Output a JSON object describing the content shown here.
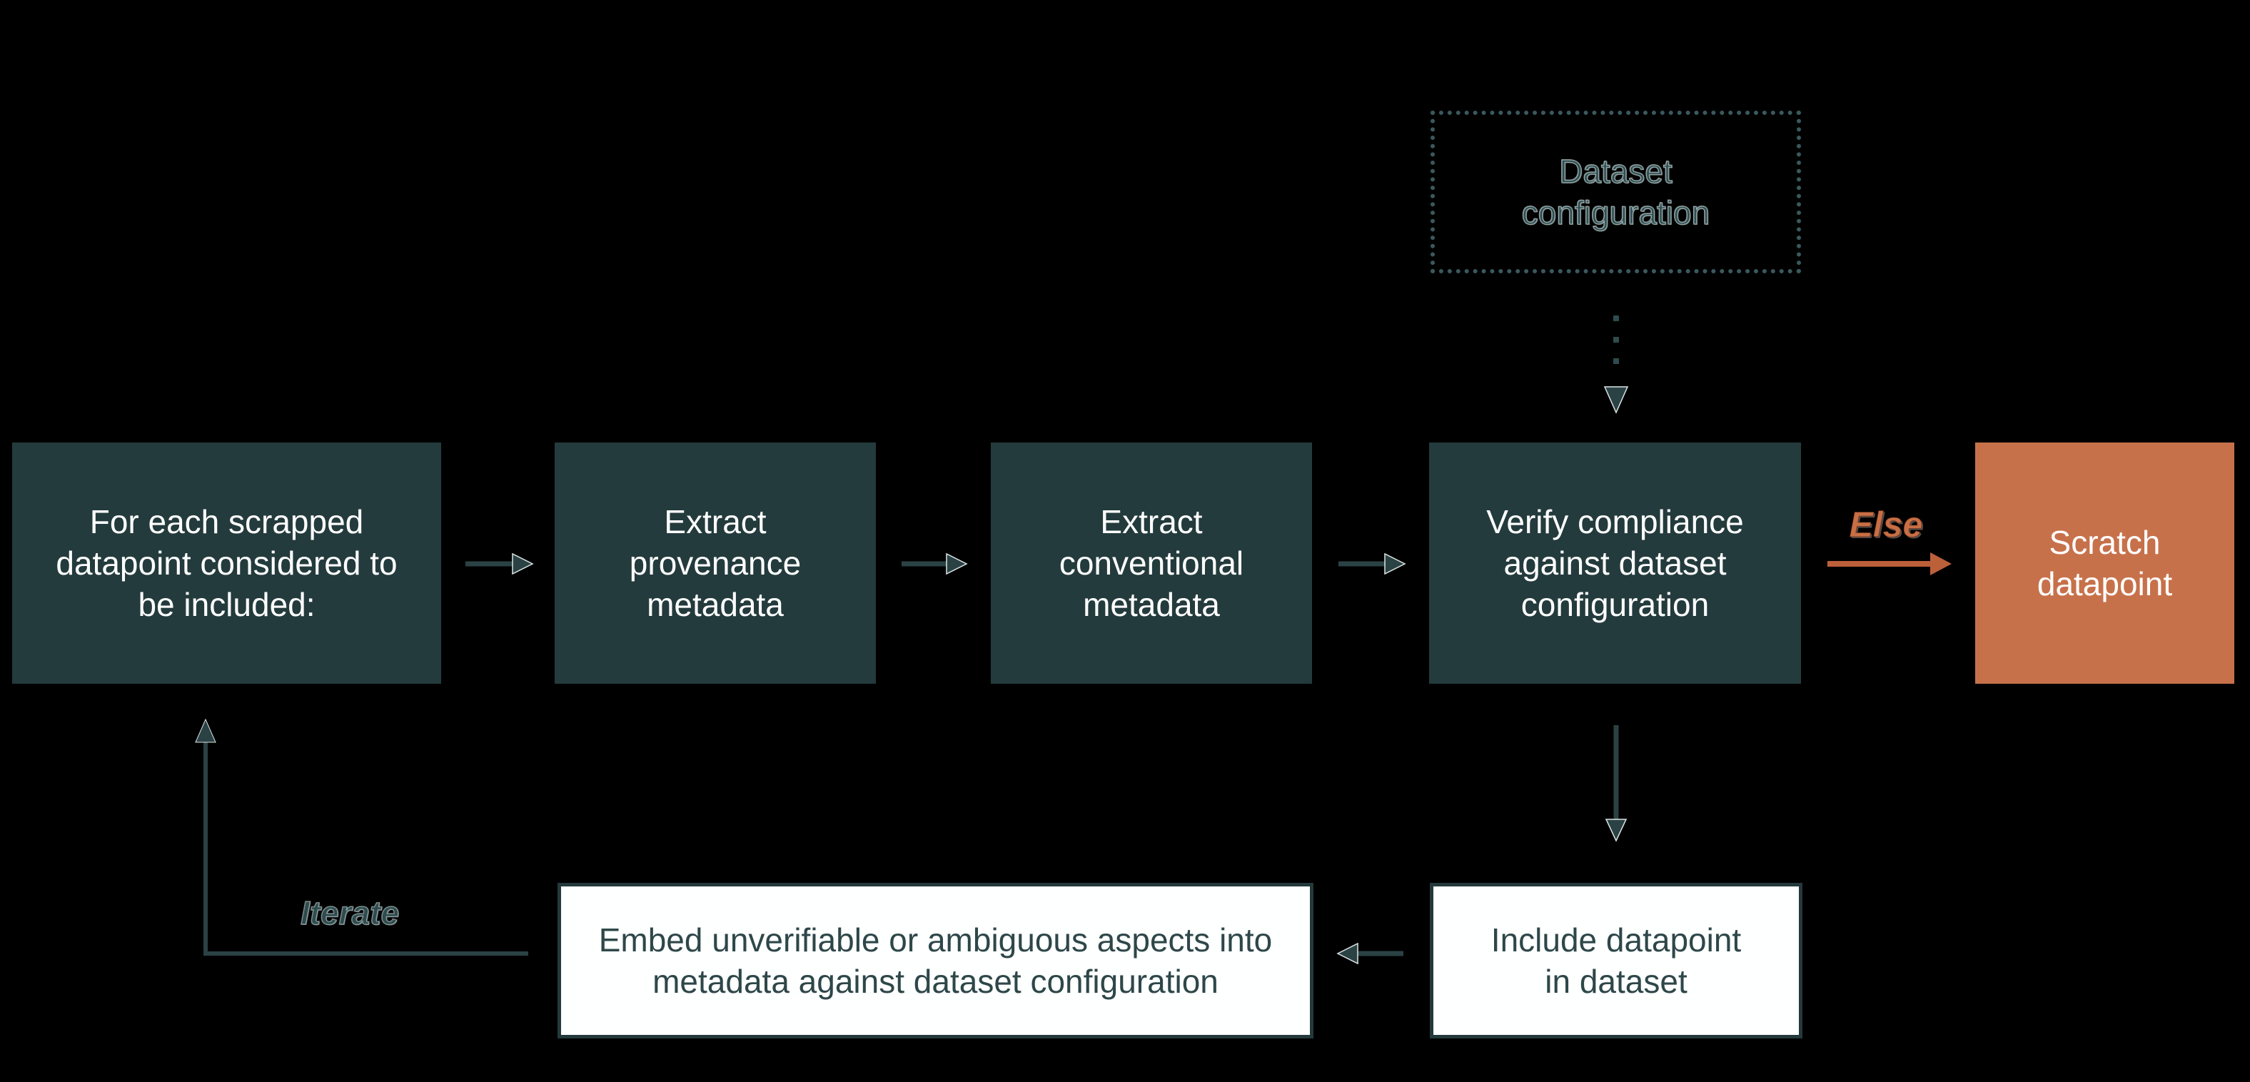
{
  "diagram": {
    "nodes": {
      "dataset_config": {
        "label": "Dataset\nconfiguration"
      },
      "for_each": {
        "label": "For each scrapped\ndatapoint considered to\nbe included:"
      },
      "extract_provenance": {
        "label": "Extract\nprovenance\nmetadata"
      },
      "extract_conventional": {
        "label": "Extract\nconventional\nmetadata"
      },
      "verify_compliance": {
        "label": "Verify compliance\nagainst dataset\nconfiguration"
      },
      "scratch_datapoint": {
        "label": "Scratch\ndatapoint"
      },
      "include_datapoint": {
        "label": "Include datapoint\nin dataset"
      },
      "embed_aspects": {
        "label": "Embed unverifiable or ambiguous aspects into\nmetadata against dataset configuration"
      }
    },
    "edge_labels": {
      "else": "Else",
      "iterate": "Iterate"
    },
    "colors": {
      "background": "#000000",
      "teal_node_fill": "#243B3D",
      "teal_edge": "#2B4245",
      "teal_text_on_white": "#2E4749",
      "outlined_label_teal": "#2F4D51",
      "orange_node_fill": "#C7714B",
      "orange_edge": "#BC603A",
      "orange_label": "#C86F45",
      "white_node_fill": "#FEFFFF",
      "white_node_border": "#24393C",
      "dotted_border": "#3A595D",
      "node_text_white": "#FFFFFF"
    }
  }
}
